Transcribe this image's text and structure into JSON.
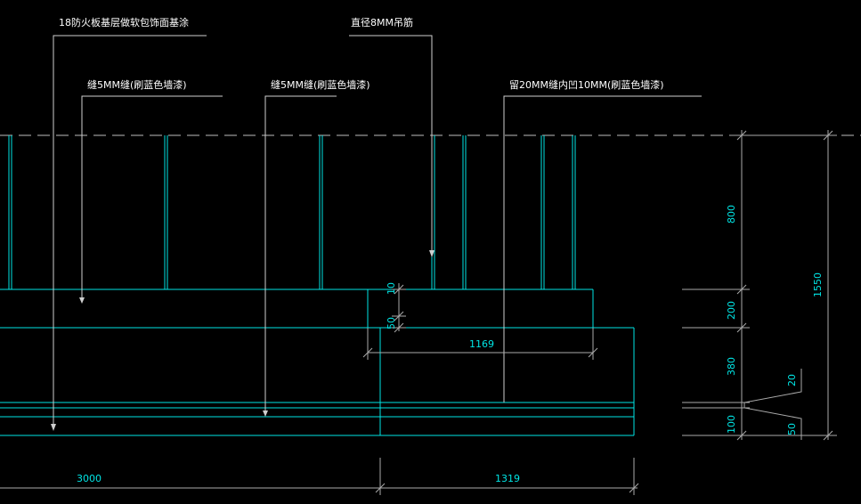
{
  "annotations": {
    "fireproof_board": "18防火板基层做软包饰面基涂",
    "slot_left": "缝5MM缝(刷蓝色墙漆)",
    "slot_mid": "缝5MM缝(刷蓝色墙漆)",
    "hanger": "直径8MM吊筋",
    "slot_right": "留20MM缝内凹10MM(刷蓝色墙漆)"
  },
  "dimensions": {
    "d800": "800",
    "d200": "200",
    "d380": "380",
    "d100": "100",
    "d1550": "1550",
    "d20": "20",
    "d50_right": "50",
    "d10": "10",
    "d50_step": "50",
    "d1169": "1169",
    "d3000": "3000",
    "d1319": "1319"
  },
  "colors": {
    "background": "#000000",
    "geometry": "#00e5e5",
    "leader": "#cfcfcf",
    "dimension": "#00e5e5",
    "text": "#ffffff"
  }
}
